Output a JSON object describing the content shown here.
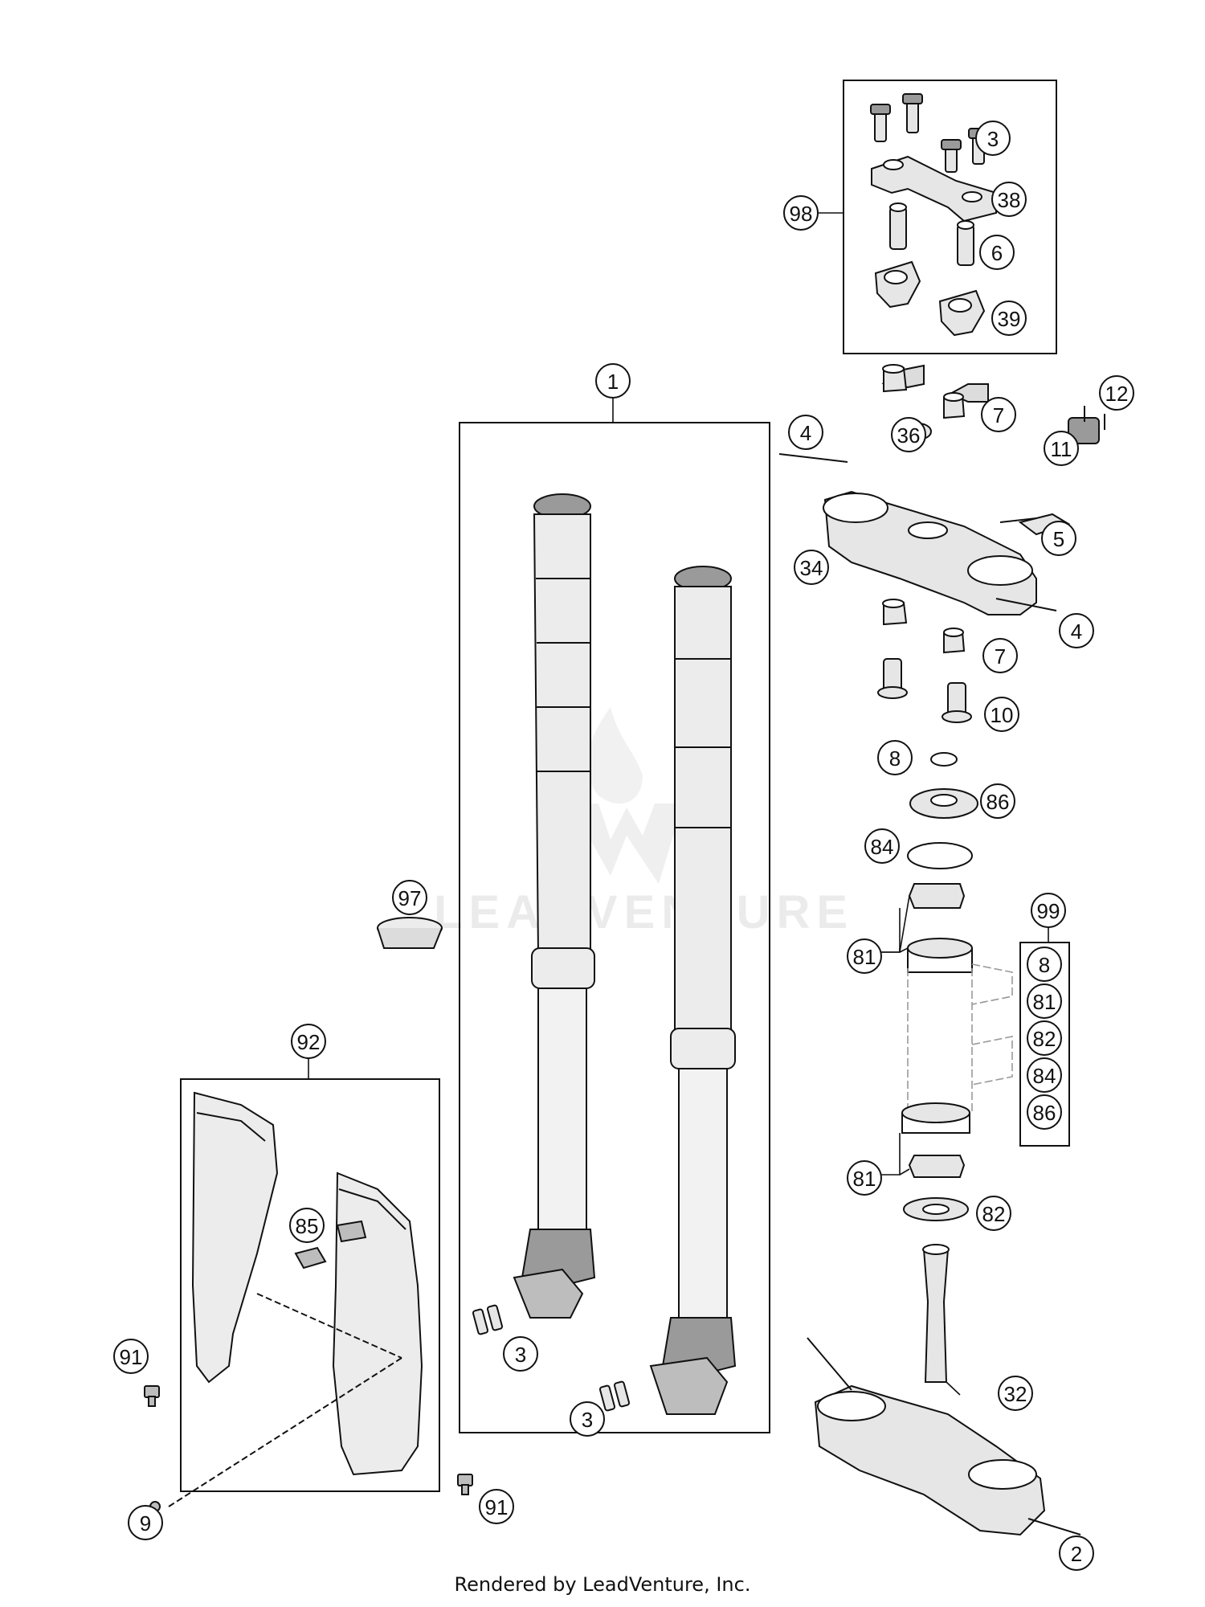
{
  "callouts": [
    {
      "id": "c1",
      "label": "1"
    },
    {
      "id": "c2",
      "label": "2"
    },
    {
      "id": "c3a",
      "label": "3"
    },
    {
      "id": "c3b",
      "label": "3"
    },
    {
      "id": "c3c",
      "label": "3"
    },
    {
      "id": "c4a",
      "label": "4"
    },
    {
      "id": "c4b",
      "label": "4"
    },
    {
      "id": "c5",
      "label": "5"
    },
    {
      "id": "c6",
      "label": "6"
    },
    {
      "id": "c7a",
      "label": "7"
    },
    {
      "id": "c7b",
      "label": "7"
    },
    {
      "id": "c8",
      "label": "8"
    },
    {
      "id": "c9",
      "label": "9"
    },
    {
      "id": "c10",
      "label": "10"
    },
    {
      "id": "c11",
      "label": "11"
    },
    {
      "id": "c12",
      "label": "12"
    },
    {
      "id": "c32",
      "label": "32"
    },
    {
      "id": "c34",
      "label": "34"
    },
    {
      "id": "c36",
      "label": "36"
    },
    {
      "id": "c38",
      "label": "38"
    },
    {
      "id": "c39",
      "label": "39"
    },
    {
      "id": "c81a",
      "label": "81"
    },
    {
      "id": "c81b",
      "label": "81"
    },
    {
      "id": "c82",
      "label": "82"
    },
    {
      "id": "c84",
      "label": "84"
    },
    {
      "id": "c85",
      "label": "85"
    },
    {
      "id": "c86",
      "label": "86"
    },
    {
      "id": "c91a",
      "label": "91"
    },
    {
      "id": "c91b",
      "label": "91"
    },
    {
      "id": "c92",
      "label": "92"
    },
    {
      "id": "c97",
      "label": "97"
    },
    {
      "id": "c98",
      "label": "98"
    },
    {
      "id": "c99",
      "label": "99"
    }
  ],
  "kit_99_items": [
    "8",
    "81",
    "82",
    "84",
    "86"
  ],
  "watermark": "LEADVENTURE",
  "footer": "Rendered by LeadVenture, Inc.",
  "colors": {
    "line": "#111111",
    "part_fill": "#e6e6e6",
    "part_dark": "#9a9a9a",
    "watermark": "#dcdcdc"
  }
}
